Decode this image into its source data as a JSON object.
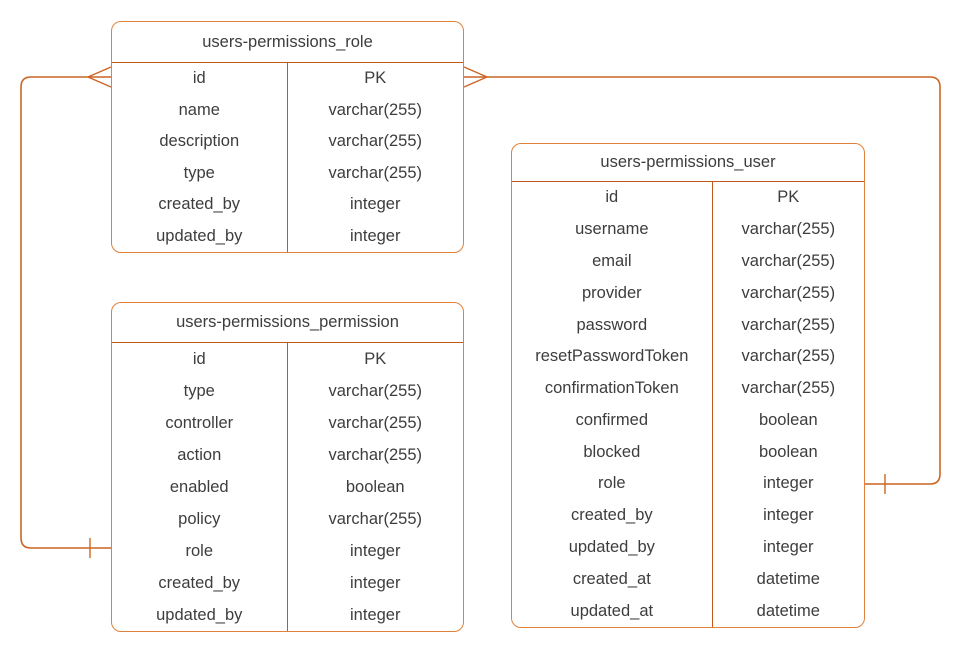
{
  "diagram": {
    "type": "entity-relationship",
    "colors": {
      "border": "#e0823c",
      "divider": "#c05a1a",
      "line": "#cc6524",
      "text": "#3d3d3d",
      "background": "#ffffff"
    },
    "tables": [
      {
        "id": "role",
        "title": "users-permissions_role",
        "fields": [
          {
            "name": "id",
            "type": "PK"
          },
          {
            "name": "name",
            "type": "varchar(255)"
          },
          {
            "name": "description",
            "type": "varchar(255)"
          },
          {
            "name": "type",
            "type": "varchar(255)"
          },
          {
            "name": "created_by",
            "type": "integer"
          },
          {
            "name": "updated_by",
            "type": "integer"
          }
        ]
      },
      {
        "id": "permission",
        "title": "users-permissions_permission",
        "fields": [
          {
            "name": "id",
            "type": "PK"
          },
          {
            "name": "type",
            "type": "varchar(255)"
          },
          {
            "name": "controller",
            "type": "varchar(255)"
          },
          {
            "name": "action",
            "type": "varchar(255)"
          },
          {
            "name": "enabled",
            "type": "boolean"
          },
          {
            "name": "policy",
            "type": "varchar(255)"
          },
          {
            "name": "role",
            "type": "integer"
          },
          {
            "name": "created_by",
            "type": "integer"
          },
          {
            "name": "updated_by",
            "type": "integer"
          }
        ]
      },
      {
        "id": "user",
        "title": "users-permissions_user",
        "fields": [
          {
            "name": "id",
            "type": "PK"
          },
          {
            "name": "username",
            "type": "varchar(255)"
          },
          {
            "name": "email",
            "type": "varchar(255)"
          },
          {
            "name": "provider",
            "type": "varchar(255)"
          },
          {
            "name": "password",
            "type": "varchar(255)"
          },
          {
            "name": "resetPasswordToken",
            "type": "varchar(255)"
          },
          {
            "name": "confirmationToken",
            "type": "varchar(255)"
          },
          {
            "name": "confirmed",
            "type": "boolean"
          },
          {
            "name": "blocked",
            "type": "boolean"
          },
          {
            "name": "role",
            "type": "integer"
          },
          {
            "name": "created_by",
            "type": "integer"
          },
          {
            "name": "updated_by",
            "type": "integer"
          },
          {
            "name": "created_at",
            "type": "datetime"
          },
          {
            "name": "updated_at",
            "type": "datetime"
          }
        ]
      }
    ],
    "relationships": [
      {
        "from": "users-permissions_role.id",
        "to": "users-permissions_permission.role",
        "from_cardinality": "many",
        "to_cardinality": "one"
      },
      {
        "from": "users-permissions_role.id",
        "to": "users-permissions_user.role",
        "from_cardinality": "many",
        "to_cardinality": "one"
      }
    ]
  }
}
